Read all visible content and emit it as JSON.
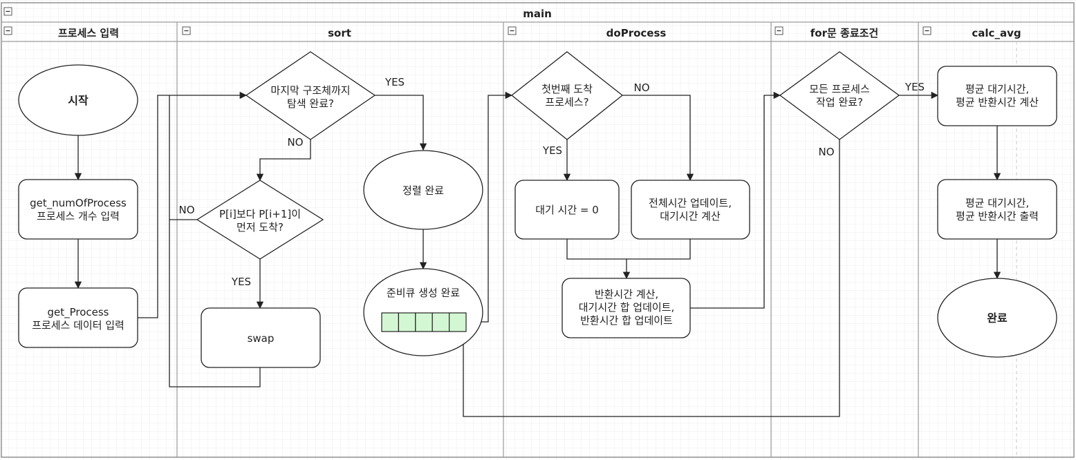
{
  "pool": {
    "title": "main"
  },
  "lanes": [
    {
      "key": "input",
      "title": "프로세스 입력"
    },
    {
      "key": "sort",
      "title": "sort"
    },
    {
      "key": "doProcess",
      "title": "doProcess"
    },
    {
      "key": "for_end",
      "title": "for문 종료조건"
    },
    {
      "key": "calc_avg",
      "title": "calc_avg"
    }
  ],
  "nodes": {
    "start": {
      "text": [
        "시작"
      ]
    },
    "get_num": {
      "text": [
        "get_numOfProcess",
        "프로세스 개수 입력"
      ]
    },
    "get_process": {
      "text": [
        "get_Process",
        "프로세스 데이터 입력"
      ]
    },
    "last_struct": {
      "text": [
        "마지막 구조체까지",
        "탐색 완료?"
      ]
    },
    "compare": {
      "text": [
        "P[i]보다 P[i+1]이",
        "먼저 도착?"
      ]
    },
    "swap": {
      "text": [
        "swap"
      ]
    },
    "sort_done": {
      "text": [
        "정렬 완료"
      ]
    },
    "ready_queue": {
      "text": [
        "준비큐 생성 완료"
      ],
      "queue_cells": 5,
      "queue_color": "#d3f7d3"
    },
    "first_arrival": {
      "text": [
        "첫번째 도착",
        "프로세스?"
      ]
    },
    "wait_zero": {
      "text": [
        "대기 시간 = 0"
      ]
    },
    "update_total": {
      "text": [
        "전체시간 업데이트,",
        "대기시간 계산"
      ]
    },
    "turnaround": {
      "text": [
        "반환시간 계산,",
        "대기시간 합 업데이트,",
        "반환시간 합 업데이트"
      ]
    },
    "all_done": {
      "text": [
        "모든 프로세스",
        "작업 완료?"
      ]
    },
    "calc_avg": {
      "text": [
        "평균 대기시간,",
        "평균 반환시간 계산"
      ]
    },
    "print_avg": {
      "text": [
        "평균 대기시간,",
        "평균 반환시간 출력"
      ]
    },
    "end": {
      "text": [
        "완료"
      ]
    }
  },
  "edge_labels": {
    "last_yes": "YES",
    "last_no": "NO",
    "compare_no": "NO",
    "compare_yes": "YES",
    "first_no": "NO",
    "first_yes": "YES",
    "all_yes": "YES",
    "all_no": "NO"
  }
}
